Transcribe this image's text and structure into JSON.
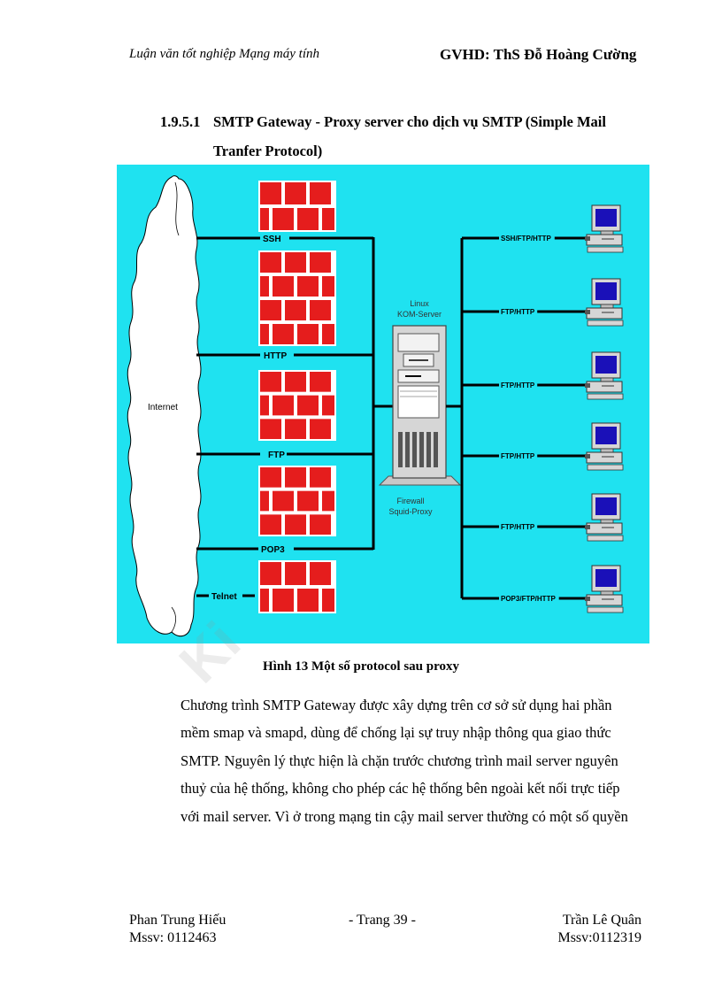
{
  "header": {
    "left": "Luận văn tốt nghiệp Mạng máy tính",
    "right": "GVHD: ThS Đỗ Hoàng Cường"
  },
  "section": {
    "number": "1.9.5.1",
    "title_line1": "SMTP Gateway - Proxy server cho dịch vụ SMTP (Simple Mail",
    "title_line2": "Tranfer Protocol)"
  },
  "diagram": {
    "background": "#1fe2f0",
    "wall_color": "#e51d1d",
    "cloud_label": "Internet",
    "left_protocols": [
      "SSH",
      "HTTP",
      "FTP",
      "POP3",
      "Telnet"
    ],
    "server_label_top": [
      "Linux",
      "KOM-Server"
    ],
    "server_label_bottom": [
      "Firewall",
      "Squid-Proxy"
    ],
    "client_labels": [
      "SSH/FTP/HTTP",
      "FTP/HTTP",
      "FTP/HTTP",
      "FTP/HTTP",
      "FTP/HTTP",
      "POP3/FTP/HTTP"
    ]
  },
  "caption": "Hình 13 Một số protocol sau proxy",
  "watermark": "Ki",
  "body_lines": [
    "Chương trình SMTP Gateway được xây dựng trên cơ sở sử dụng hai phần",
    "mềm smap và smapd, dùng để chống lại sự truy nhập thông qua giao thức",
    "SMTP. Nguyên lý thực hiện là chặn trước chương trình mail server nguyên",
    "thuỷ của hệ thống, không cho phép các hệ thống bên ngoài kết nối trực tiếp",
    "với mail server. Vì ở trong mạng tin cậy mail server thường có một số quyền"
  ],
  "footer": {
    "left_name": "Phan Trung Hiếu",
    "left_id": "Mssv: 0112463",
    "center": "- Trang 39 -",
    "right_name": "Trần Lê Quân",
    "right_id": "Mssv:0112319"
  }
}
